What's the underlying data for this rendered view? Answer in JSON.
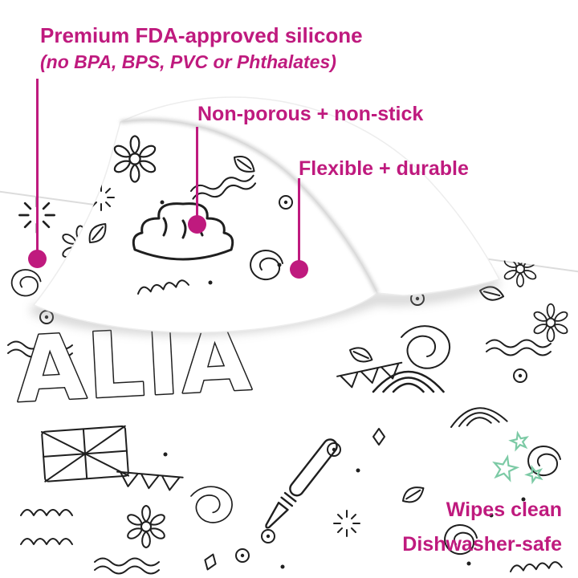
{
  "colors": {
    "accent": "#bf1a7e",
    "ink": "#1f1f1f",
    "stars": "#7ccaa5"
  },
  "callouts": {
    "premium": {
      "line1": "Premium FDA-approved silicone",
      "line2": "(no BPA, BPS, PVC or Phthalates)"
    },
    "nonporous": {
      "label": "Non-porous + non-stick"
    },
    "flexible": {
      "label": "Flexible + durable"
    }
  },
  "features": {
    "wipes": "Wipes clean",
    "dishwasher": "Dishwasher-safe"
  },
  "mat": {
    "visible_text": "ALIA"
  }
}
